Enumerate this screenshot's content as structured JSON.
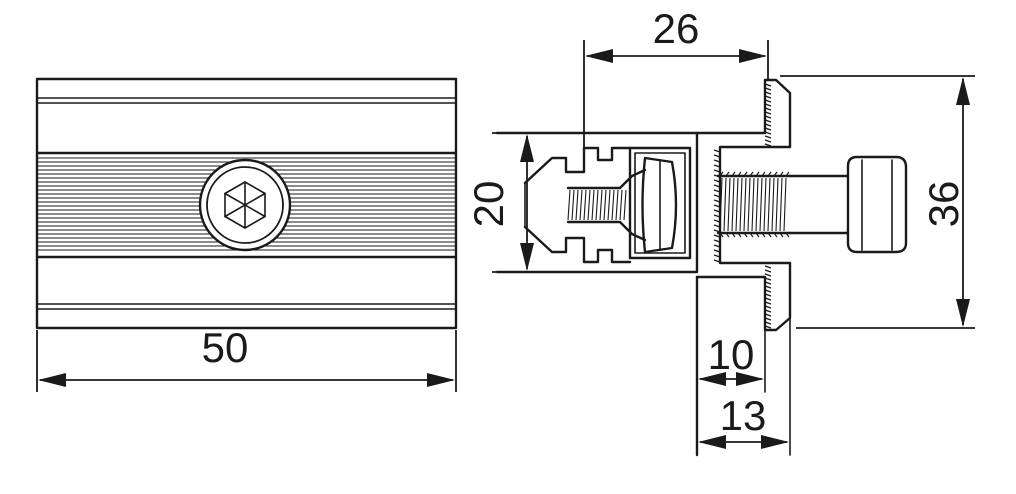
{
  "dimensions": {
    "width_left": "50",
    "top_width": "26",
    "height_20": "20",
    "height_36": "36",
    "bottom_10": "10",
    "bottom_13": "13"
  },
  "colors": {
    "line": "#1a1a1a",
    "background": "#ffffff",
    "ribbed_band": "#4a4a4a"
  },
  "icons": {
    "screw_head_top": "hex-socket-icon"
  }
}
